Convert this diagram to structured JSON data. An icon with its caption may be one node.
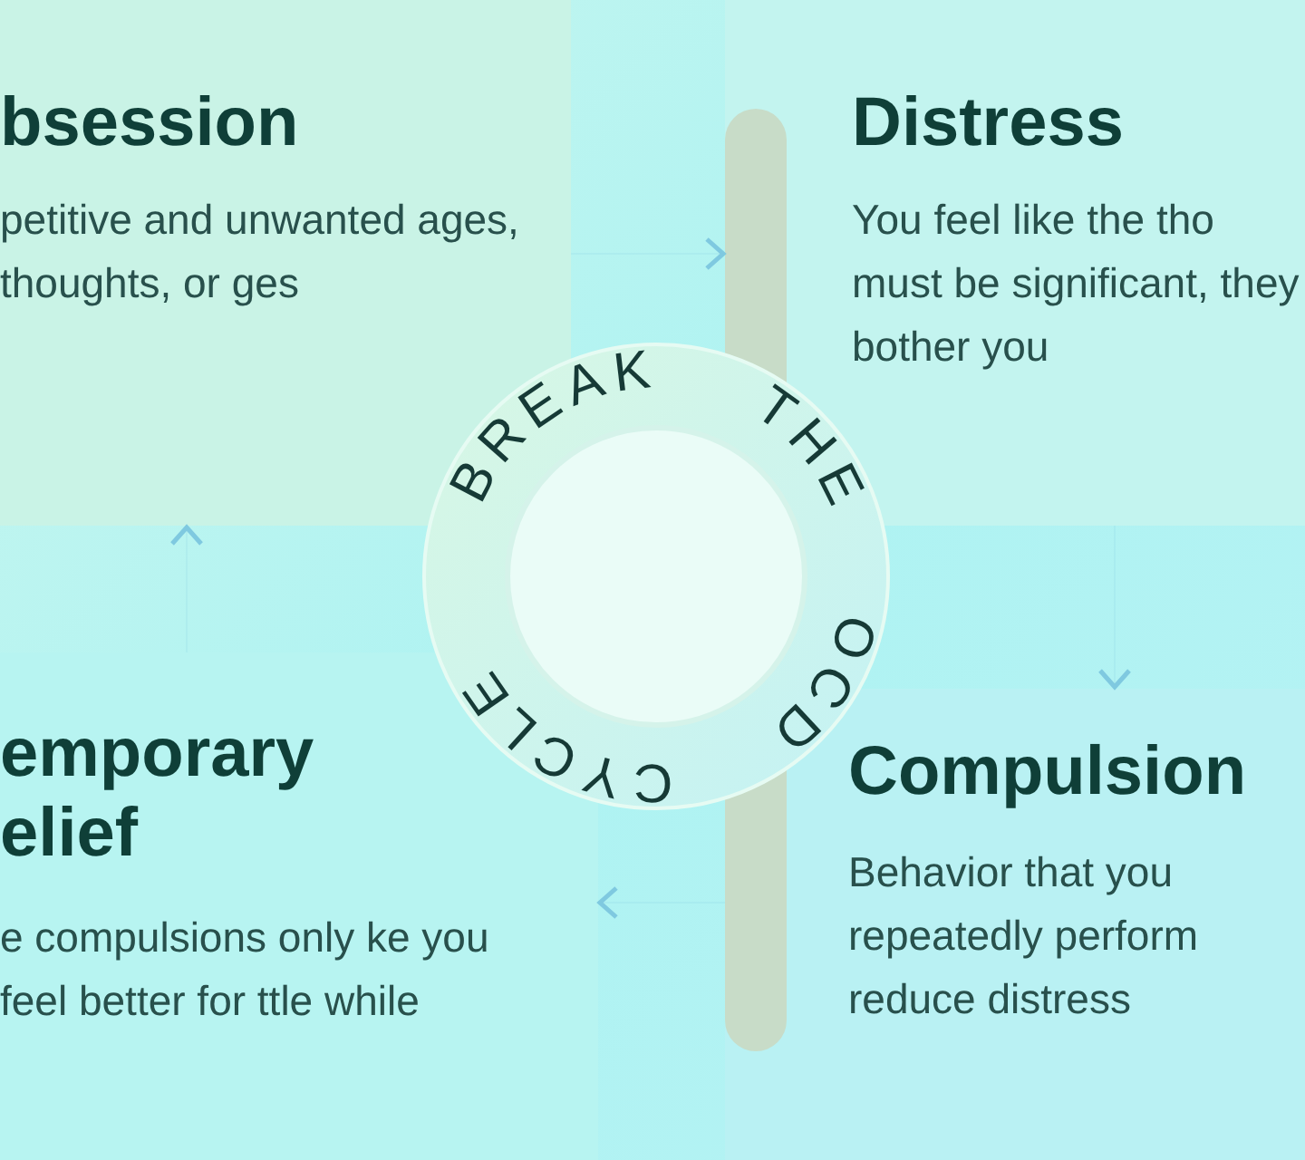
{
  "diagram": {
    "nodes": [
      {
        "text": [
          "bsession",
          "petitive and unwanted ages, thoughts, or ges"
        ]
      },
      {
        "text": [
          "Distress",
          "You feel like the tho must be significant, they bother you"
        ]
      },
      {
        "text": [
          "BREAK THE OCD CYCLE"
        ]
      },
      {
        "text": [
          "emporary elief",
          "e compulsions only ke you feel better for ttle while"
        ]
      },
      {
        "text": [
          "Compulsion",
          "Behavior that you repeatedly perform reduce distress"
        ]
      },
      {
        "text": [],
        "shape": "bar"
      }
    ],
    "edges": [
      {
        "from": 0,
        "to": 1,
        "arrow": "to"
      },
      {
        "from": 1,
        "to": 4,
        "arrow": "to"
      },
      {
        "from": 4,
        "to": 3,
        "arrow": "to"
      },
      {
        "from": 3,
        "to": 0,
        "arrow": "to"
      }
    ]
  }
}
